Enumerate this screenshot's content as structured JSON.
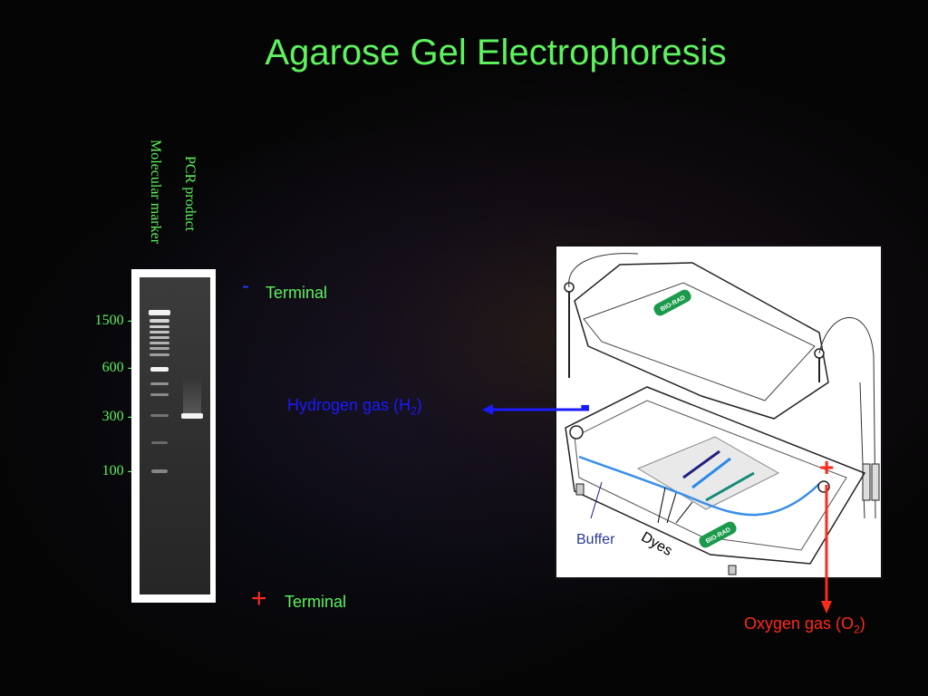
{
  "slide": {
    "title": "Agarose Gel Electrophoresis"
  },
  "gel": {
    "lane_labels": [
      "Molecular marker",
      "PCR product"
    ],
    "size_markers": [
      "1500 -",
      "600 -",
      "300 -",
      "100 -"
    ]
  },
  "terminals": {
    "negative_symbol": "-",
    "negative_label": "Terminal",
    "positive_symbol": "+",
    "positive_label": "Terminal"
  },
  "apparatus": {
    "hydrogen_label": "Hydrogen gas (H",
    "hydrogen_sub": "2",
    "hydrogen_close": ")",
    "oxygen_label": "Oxygen gas (O",
    "oxygen_sub": "2",
    "oxygen_close": ")",
    "buffer_label": "Buffer",
    "dyes_label": "Dyes",
    "brand_top": "BIO-RAD",
    "brand_bottom": "BIO-RAD",
    "minus_symbol": "-",
    "plus_symbol": "+"
  },
  "colors": {
    "title": "#5ef25e",
    "hydrogen": "#1a1aff",
    "oxygen": "#ff2a1a",
    "terminal_text": "#5ef25e"
  }
}
